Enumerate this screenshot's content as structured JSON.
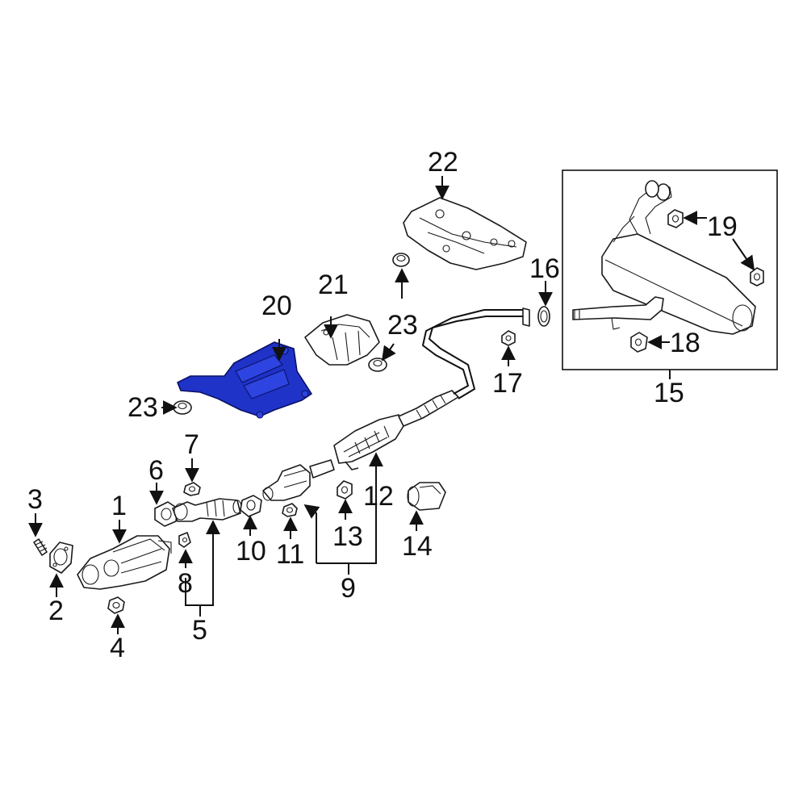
{
  "diagram": {
    "highlight_color": "#1f33c8",
    "line_color": "#111111",
    "background": "#ffffff",
    "callouts": {
      "c1": "1",
      "c2": "2",
      "c3": "3",
      "c4": "4",
      "c5": "5",
      "c6": "6",
      "c7": "7",
      "c8": "8",
      "c9": "9",
      "c10": "10",
      "c11": "11",
      "c12": "12",
      "c13": "13",
      "c14": "14",
      "c15": "15",
      "c16": "16",
      "c17": "17",
      "c18": "18",
      "c19": "19",
      "c20": "20",
      "c21": "21",
      "c22": "22",
      "c23a": "23",
      "c23b": "23",
      "c23c": "23"
    }
  }
}
